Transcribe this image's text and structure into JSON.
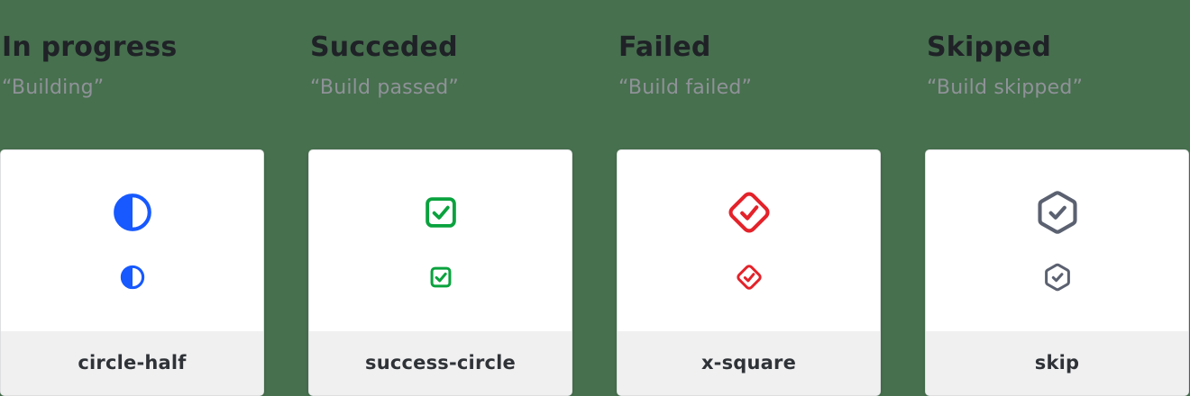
{
  "page": {
    "background_color": "#47704E",
    "card_background": "#FFFFFF",
    "card_footer_background": "#F0F0F1",
    "heading_color": "#1F2227",
    "quote_color": "#8F9298"
  },
  "columns": [
    {
      "title": "In progress",
      "quote": "“Building”",
      "icon_name": "circle-half",
      "icon_glyph": "circle-half-icon",
      "icon_color": "#1759FF"
    },
    {
      "title": "Succeded",
      "quote": "“Build passed”",
      "icon_name": "success-circle",
      "icon_glyph": "check-square-icon",
      "icon_color": "#0AA23E"
    },
    {
      "title": "Failed",
      "quote": "“Build failed”",
      "icon_name": "x-square",
      "icon_glyph": "diamond-check-icon",
      "icon_color": "#E4222A"
    },
    {
      "title": "Skipped",
      "quote": "“Build skipped”",
      "icon_name": "skip",
      "icon_glyph": "hexagon-check-icon",
      "icon_color": "#5B6170"
    }
  ]
}
